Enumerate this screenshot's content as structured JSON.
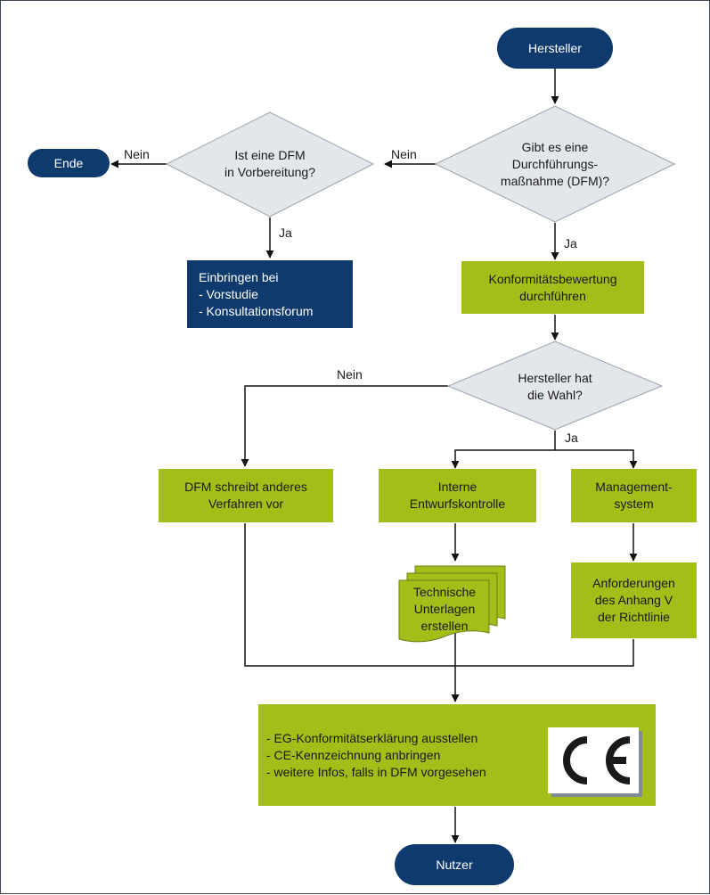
{
  "nodes": {
    "hersteller": "Hersteller",
    "q_dfm": [
      "Gibt es eine",
      "Durchführungs-",
      "maßnahme (DFM)?"
    ],
    "q_vorbereitung": [
      "Ist eine DFM",
      "in Vorbereitung?"
    ],
    "ende": "Ende",
    "einbringen": [
      "Einbringen bei",
      "- Vorstudie",
      "- Konsultationsforum"
    ],
    "konformitaet": [
      "Konformitätsbewertung",
      "durchführen"
    ],
    "q_wahl": [
      "Hersteller hat",
      "die Wahl?"
    ],
    "dfm_anderes": [
      "DFM schreibt anderes",
      "Verfahren vor"
    ],
    "interne": [
      "Interne",
      "Entwurfskontrolle"
    ],
    "management": [
      "Management-",
      "system"
    ],
    "technische": [
      "Technische",
      "Unterlagen",
      "erstellen"
    ],
    "anforderungen": [
      "Anforderungen",
      "des Anhang V",
      "der Richtlinie"
    ],
    "final": [
      "- EG-Konformitätserklärung ausstellen",
      "- CE-Kennzeichnung anbringen",
      "- weitere Infos, falls in DFM vorgesehen"
    ],
    "ce_mark": "CE",
    "nutzer": "Nutzer"
  },
  "edges": {
    "yes": "Ja",
    "no": "Nein"
  },
  "colors": {
    "navy": "#0f3a6e",
    "green": "#a3bd19",
    "diamond": "#e3e6ea",
    "line": "#111111",
    "frame": "#3d4a55"
  }
}
